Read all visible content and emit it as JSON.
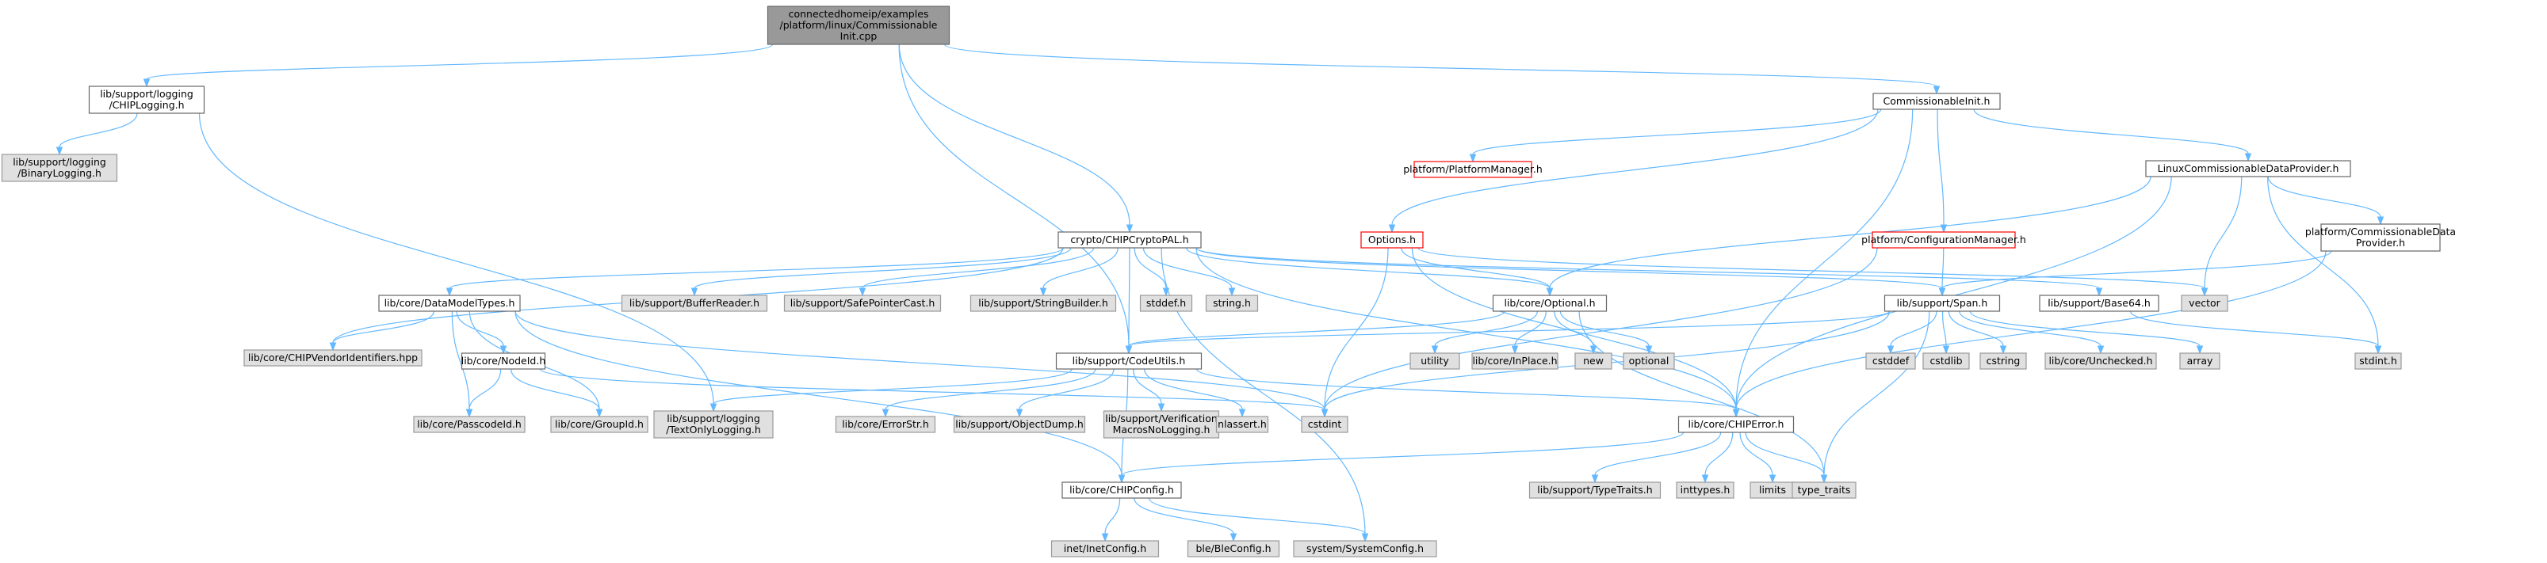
{
  "diagram": {
    "nodes": [
      {
        "id": "root",
        "name": "node-commissionable-init-cpp",
        "type": "root",
        "lines": [
          "connectedhomeip/examples",
          "/platform/linux/Commissionable",
          "Init.cpp"
        ]
      },
      {
        "id": "chiplogging",
        "name": "node-chiplogging-h",
        "type": "doc",
        "lines": [
          "lib/support/logging",
          "/CHIPLogging.h"
        ]
      },
      {
        "id": "binarylogging",
        "name": "node-binarylogging-h",
        "type": "sys",
        "lines": [
          "lib/support/logging",
          "/BinaryLogging.h"
        ]
      },
      {
        "id": "commissionableinit",
        "name": "node-commissionableinit-h",
        "type": "doc",
        "lines": [
          "CommissionableInit.h"
        ]
      },
      {
        "id": "platformmanager",
        "name": "node-platformmanager-h",
        "type": "miss",
        "lines": [
          "platform/PlatformManager.h"
        ]
      },
      {
        "id": "linuxcdp",
        "name": "node-linuxcommissionabledataprovider-h",
        "type": "doc",
        "lines": [
          "LinuxCommissionableDataProvider.h"
        ]
      },
      {
        "id": "platformcdp",
        "name": "node-platform-commissionabledataprovider-h",
        "type": "doc",
        "lines": [
          "platform/CommissionableData",
          "Provider.h"
        ]
      },
      {
        "id": "cryptopal",
        "name": "node-chipcryptopal-h",
        "type": "doc",
        "lines": [
          "crypto/CHIPCryptoPAL.h"
        ]
      },
      {
        "id": "options",
        "name": "node-options-h",
        "type": "miss",
        "lines": [
          "Options.h"
        ]
      },
      {
        "id": "configmanager",
        "name": "node-configurationmanager-h",
        "type": "miss",
        "lines": [
          "platform/ConfigurationManager.h"
        ]
      },
      {
        "id": "datamodeltypes",
        "name": "node-datamodeltypes-h",
        "type": "doc",
        "lines": [
          "lib/core/DataModelTypes.h"
        ]
      },
      {
        "id": "bufferreader",
        "name": "node-bufferreader-h",
        "type": "sys",
        "lines": [
          "lib/support/BufferReader.h"
        ]
      },
      {
        "id": "safepointercast",
        "name": "node-safepointercast-h",
        "type": "sys",
        "lines": [
          "lib/support/SafePointerCast.h"
        ]
      },
      {
        "id": "stringbuilder",
        "name": "node-stringbuilder-h",
        "type": "sys",
        "lines": [
          "lib/support/StringBuilder.h"
        ]
      },
      {
        "id": "stddef",
        "name": "node-stddef-h",
        "type": "sys",
        "lines": [
          "stddef.h"
        ]
      },
      {
        "id": "stringh",
        "name": "node-string-h",
        "type": "sys",
        "lines": [
          "string.h"
        ]
      },
      {
        "id": "optional",
        "name": "node-optional-h",
        "type": "doc",
        "lines": [
          "lib/core/Optional.h"
        ]
      },
      {
        "id": "span",
        "name": "node-span-h",
        "type": "doc",
        "lines": [
          "lib/support/Span.h"
        ]
      },
      {
        "id": "base64",
        "name": "node-base64-h",
        "type": "doc",
        "lines": [
          "lib/support/Base64.h"
        ]
      },
      {
        "id": "vector",
        "name": "node-vector",
        "type": "sys",
        "lines": [
          "vector"
        ]
      },
      {
        "id": "vendorids",
        "name": "node-chipvendoridentifiers-hpp",
        "type": "sys",
        "lines": [
          "lib/core/CHIPVendorIdentifiers.hpp"
        ]
      },
      {
        "id": "nodeid",
        "name": "node-nodeid-h",
        "type": "doc",
        "lines": [
          "lib/core/NodeId.h"
        ]
      },
      {
        "id": "codeutils",
        "name": "node-codeutils-h",
        "type": "doc",
        "lines": [
          "lib/support/CodeUtils.h"
        ]
      },
      {
        "id": "utility",
        "name": "node-utility",
        "type": "sys",
        "lines": [
          "utility"
        ]
      },
      {
        "id": "inplace",
        "name": "node-inplace-h",
        "type": "sys",
        "lines": [
          "lib/core/InPlace.h"
        ]
      },
      {
        "id": "newh",
        "name": "node-new",
        "type": "sys",
        "lines": [
          "new"
        ]
      },
      {
        "id": "optionalstd",
        "name": "node-optional",
        "type": "sys",
        "lines": [
          "optional"
        ]
      },
      {
        "id": "cstddef",
        "name": "node-cstddef",
        "type": "sys",
        "lines": [
          "cstddef"
        ]
      },
      {
        "id": "cstdlib",
        "name": "node-cstdlib",
        "type": "sys",
        "lines": [
          "cstdlib"
        ]
      },
      {
        "id": "cstring",
        "name": "node-cstring",
        "type": "sys",
        "lines": [
          "cstring"
        ]
      },
      {
        "id": "unchecked",
        "name": "node-unchecked-h",
        "type": "sys",
        "lines": [
          "lib/core/Unchecked.h"
        ]
      },
      {
        "id": "array",
        "name": "node-array",
        "type": "sys",
        "lines": [
          "array"
        ]
      },
      {
        "id": "stdint",
        "name": "node-stdint-h",
        "type": "sys",
        "lines": [
          "stdint.h"
        ]
      },
      {
        "id": "passcodeid",
        "name": "node-passcodeid-h",
        "type": "sys",
        "lines": [
          "lib/core/PasscodeId.h"
        ]
      },
      {
        "id": "groupid",
        "name": "node-groupid-h",
        "type": "sys",
        "lines": [
          "lib/core/GroupId.h"
        ]
      },
      {
        "id": "textonlylogging",
        "name": "node-textonlylogging-h",
        "type": "sys",
        "lines": [
          "lib/support/logging",
          "/TextOnlyLogging.h"
        ]
      },
      {
        "id": "errorstr",
        "name": "node-errorstr-h",
        "type": "sys",
        "lines": [
          "lib/core/ErrorStr.h"
        ]
      },
      {
        "id": "objectdump",
        "name": "node-objectdump-h",
        "type": "sys",
        "lines": [
          "lib/support/ObjectDump.h"
        ]
      },
      {
        "id": "verification",
        "name": "node-verificationmacrosnologging-h",
        "type": "sys",
        "lines": [
          "lib/support/Verification",
          "MacrosNoLogging.h"
        ]
      },
      {
        "id": "nlassert",
        "name": "node-nlassert-h",
        "type": "sys",
        "lines": [
          "nlassert.h"
        ]
      },
      {
        "id": "cstdint",
        "name": "node-cstdint",
        "type": "sys",
        "lines": [
          "cstdint"
        ]
      },
      {
        "id": "chiperror",
        "name": "node-chiperror-h",
        "type": "doc",
        "lines": [
          "lib/core/CHIPError.h"
        ]
      },
      {
        "id": "typetraits",
        "name": "node-typetraits-h",
        "type": "sys",
        "lines": [
          "lib/support/TypeTraits.h"
        ]
      },
      {
        "id": "inttypes",
        "name": "node-inttypes-h",
        "type": "sys",
        "lines": [
          "inttypes.h"
        ]
      },
      {
        "id": "limits",
        "name": "node-limits",
        "type": "sys",
        "lines": [
          "limits"
        ]
      },
      {
        "id": "type_traits",
        "name": "node-type-traits",
        "type": "sys",
        "lines": [
          "type_traits"
        ]
      },
      {
        "id": "chipconfig",
        "name": "node-chipconfig-h",
        "type": "doc",
        "lines": [
          "lib/core/CHIPConfig.h"
        ]
      },
      {
        "id": "inetconfig",
        "name": "node-inetconfig-h",
        "type": "sys",
        "lines": [
          "inet/InetConfig.h"
        ]
      },
      {
        "id": "bleconfig",
        "name": "node-bleconfig-h",
        "type": "sys",
        "lines": [
          "ble/BleConfig.h"
        ]
      },
      {
        "id": "systemconfig",
        "name": "node-systemconfig-h",
        "type": "sys",
        "lines": [
          "system/SystemConfig.h"
        ]
      }
    ],
    "edges": [
      [
        "root",
        "chiplogging"
      ],
      [
        "root",
        "cryptopal"
      ],
      [
        "root",
        "commissionableinit"
      ],
      [
        "root",
        "codeutils"
      ],
      [
        "chiplogging",
        "binarylogging"
      ],
      [
        "chiplogging",
        "textonlylogging"
      ],
      [
        "commissionableinit",
        "options"
      ],
      [
        "commissionableinit",
        "platformmanager"
      ],
      [
        "commissionableinit",
        "configmanager"
      ],
      [
        "commissionableinit",
        "linuxcdp"
      ],
      [
        "commissionableinit",
        "chiperror"
      ],
      [
        "linuxcdp",
        "optional"
      ],
      [
        "linuxcdp",
        "vector"
      ],
      [
        "linuxcdp",
        "platformcdp"
      ],
      [
        "linuxcdp",
        "stdint"
      ],
      [
        "linuxcdp",
        "chiperror"
      ],
      [
        "platformcdp",
        "span"
      ],
      [
        "platformcdp",
        "chiperror"
      ],
      [
        "options",
        "optional"
      ],
      [
        "options",
        "vector"
      ],
      [
        "options",
        "chiperror"
      ],
      [
        "options",
        "cstdint"
      ],
      [
        "configmanager",
        "span"
      ],
      [
        "configmanager",
        "cstdint"
      ],
      [
        "cryptopal",
        "datamodeltypes"
      ],
      [
        "cryptopal",
        "bufferreader"
      ],
      [
        "cryptopal",
        "safepointercast"
      ],
      [
        "cryptopal",
        "stringbuilder"
      ],
      [
        "cryptopal",
        "stddef"
      ],
      [
        "cryptopal",
        "stringh"
      ],
      [
        "cryptopal",
        "optional"
      ],
      [
        "cryptopal",
        "span"
      ],
      [
        "cryptopal",
        "base64"
      ],
      [
        "cryptopal",
        "vendorids"
      ],
      [
        "cryptopal",
        "codeutils"
      ],
      [
        "cryptopal",
        "chiperror"
      ],
      [
        "cryptopal",
        "systemconfig"
      ],
      [
        "datamodeltypes",
        "vendorids"
      ],
      [
        "datamodeltypes",
        "nodeid"
      ],
      [
        "datamodeltypes",
        "passcodeid"
      ],
      [
        "datamodeltypes",
        "groupid"
      ],
      [
        "datamodeltypes",
        "chipconfig"
      ],
      [
        "datamodeltypes",
        "cstdint"
      ],
      [
        "nodeid",
        "passcodeid"
      ],
      [
        "nodeid",
        "groupid"
      ],
      [
        "nodeid",
        "cstdint"
      ],
      [
        "optional",
        "utility"
      ],
      [
        "optional",
        "inplace"
      ],
      [
        "optional",
        "newh"
      ],
      [
        "optional",
        "optionalstd"
      ],
      [
        "optional",
        "codeutils"
      ],
      [
        "optional",
        "type_traits"
      ],
      [
        "span",
        "cstddef"
      ],
      [
        "span",
        "cstdlib"
      ],
      [
        "span",
        "cstring"
      ],
      [
        "span",
        "unchecked"
      ],
      [
        "span",
        "array"
      ],
      [
        "span",
        "codeutils"
      ],
      [
        "span",
        "cstdint"
      ],
      [
        "span",
        "type_traits"
      ],
      [
        "base64",
        "stdint"
      ],
      [
        "codeutils",
        "textonlylogging"
      ],
      [
        "codeutils",
        "errorstr"
      ],
      [
        "codeutils",
        "objectdump"
      ],
      [
        "codeutils",
        "verification"
      ],
      [
        "codeutils",
        "nlassert"
      ],
      [
        "codeutils",
        "chiperror"
      ],
      [
        "codeutils",
        "chipconfig"
      ],
      [
        "chiperror",
        "typetraits"
      ],
      [
        "chiperror",
        "inttypes"
      ],
      [
        "chiperror",
        "limits"
      ],
      [
        "chiperror",
        "type_traits"
      ],
      [
        "chiperror",
        "chipconfig"
      ],
      [
        "chipconfig",
        "inetconfig"
      ],
      [
        "chipconfig",
        "bleconfig"
      ],
      [
        "chipconfig",
        "systemconfig"
      ]
    ]
  }
}
